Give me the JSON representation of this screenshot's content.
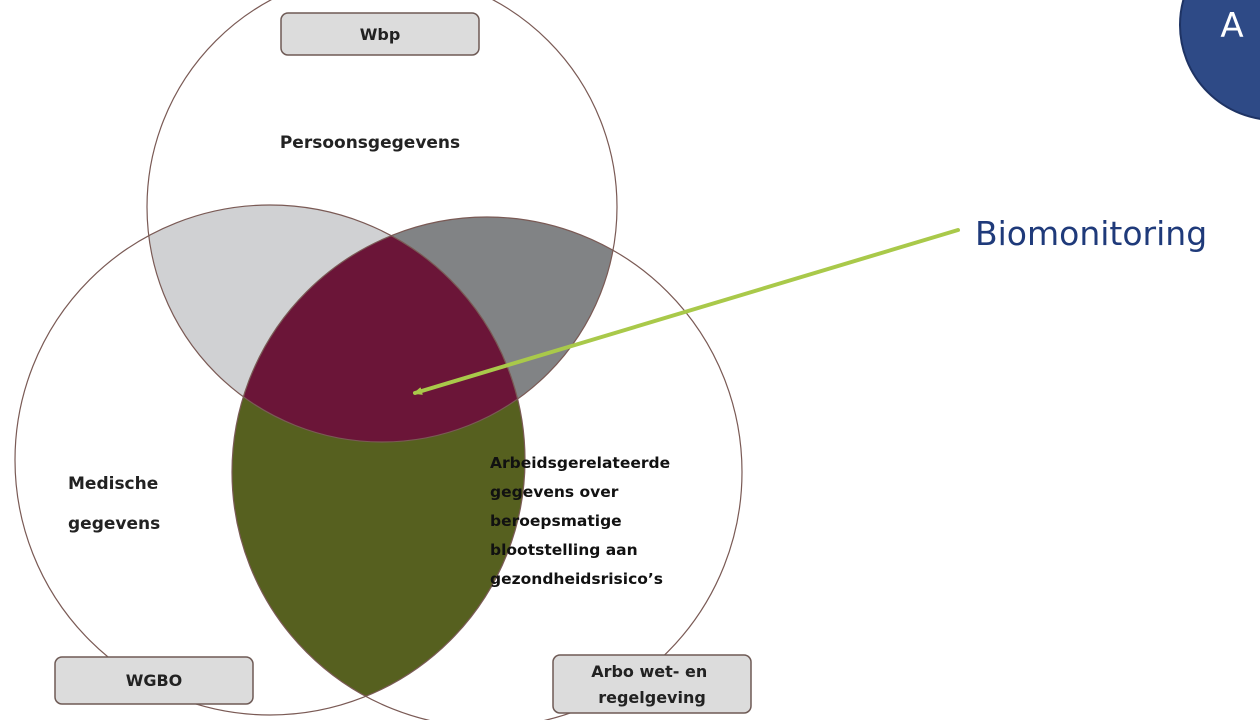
{
  "logo": {
    "letter": "A",
    "color": "#2e4a86"
  },
  "callout": {
    "text": "Biomonitoring",
    "color": "#1f3a7a",
    "arrow_color": "#a9c94a"
  },
  "venn": {
    "circles": [
      {
        "name": "Persoonsgegevens",
        "lines": [
          "Persoonsgegevens"
        ]
      },
      {
        "name": "Medische gegevens",
        "lines": [
          "Medische",
          "gegevens"
        ]
      },
      {
        "name": "Arbeidsgerelateerde gegevens",
        "lines": [
          "Arbeidsgerelateerde",
          "gegevens over",
          "beroepsmatige",
          "blootstelling aan",
          "gezondheidsrisico’s"
        ]
      }
    ],
    "tags": [
      {
        "lines": [
          "Wbp"
        ]
      },
      {
        "lines": [
          "WGBO"
        ]
      },
      {
        "lines": [
          "Arbo wet- en",
          "regelgeving"
        ]
      }
    ],
    "colors": {
      "top_left_overlap": "#d0d1d3",
      "top_right_overlap": "#818385",
      "bottom_overlap": "#56601f",
      "center": "#6b1538",
      "stroke": "#7a5a55",
      "tag_fill": "#dcdcdc"
    }
  }
}
